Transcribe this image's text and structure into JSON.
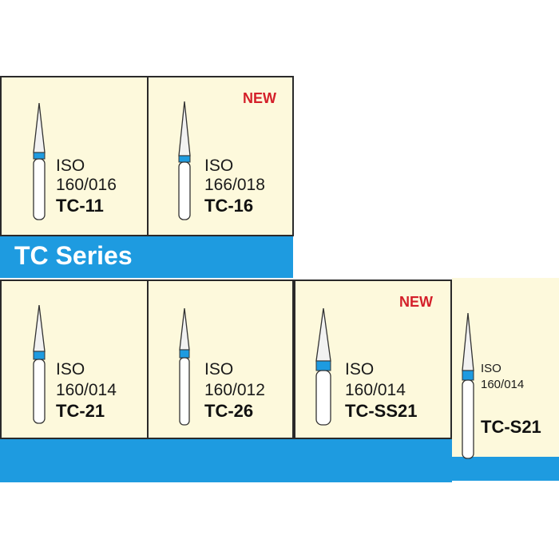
{
  "series_title": "TC Series",
  "colors": {
    "card_bg": "#fdf9dc",
    "accent_blue": "#1e9be0",
    "new_red": "#d4202a"
  },
  "products": [
    {
      "iso_label": "ISO",
      "iso_code": "160/016",
      "model": "TC-11",
      "badge": ""
    },
    {
      "iso_label": "ISO",
      "iso_code": "166/018",
      "model": "TC-16",
      "badge": "NEW"
    },
    {
      "iso_label": "ISO",
      "iso_code": "160/014",
      "model": "TC-21",
      "badge": ""
    },
    {
      "iso_label": "ISO",
      "iso_code": "160/012",
      "model": "TC-26",
      "badge": ""
    },
    {
      "iso_label": "ISO",
      "iso_code": "160/014",
      "model": "TC-SS21",
      "badge": "NEW"
    },
    {
      "iso_label": "ISO",
      "iso_code": "160/014",
      "model": "TC-S21",
      "badge": ""
    }
  ]
}
